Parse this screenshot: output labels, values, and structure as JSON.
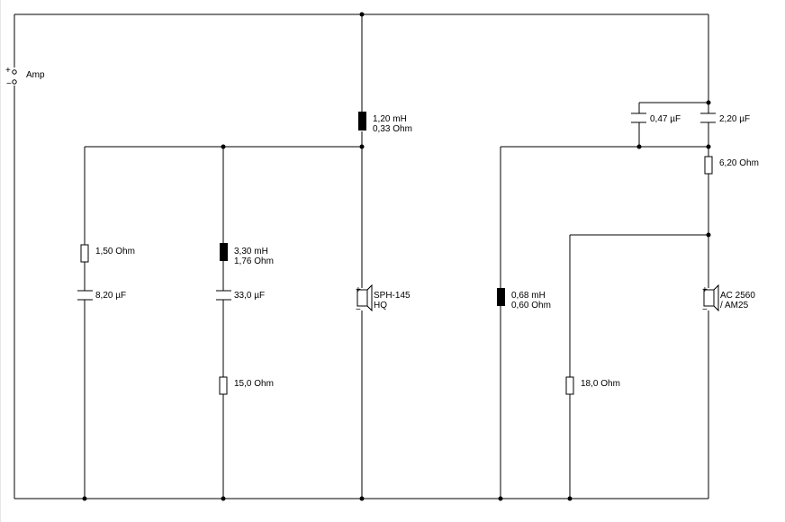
{
  "amp": {
    "label": "Amp",
    "plus": "+",
    "minus": "−"
  },
  "tweeter_branch": {
    "series_inductor": {
      "l": "1,20 mH",
      "r": "0,33 Ohm"
    },
    "zobel_1": {
      "r": "1,50 Ohm",
      "c": "8,20 µF"
    },
    "notch": {
      "l": "3,30 mH",
      "rl": "1,76 Ohm",
      "c": "33,0 µF",
      "r": "15,0 Ohm"
    },
    "driver": {
      "line1": "SPH-145",
      "line2": "HQ",
      "plus": "+",
      "minus": "−"
    }
  },
  "mid_branch": {
    "cap_a": "0,47 µF",
    "cap_b": "2,20 µF",
    "series_res": "6,20 Ohm",
    "shunt_inductor": {
      "l": "0,68 mH",
      "r": "0,60 Ohm"
    },
    "shunt_res": "18,0 Ohm",
    "driver": {
      "line1": "AC 2560",
      "line2": "/ AM25",
      "plus": "+",
      "minus": "−"
    }
  }
}
